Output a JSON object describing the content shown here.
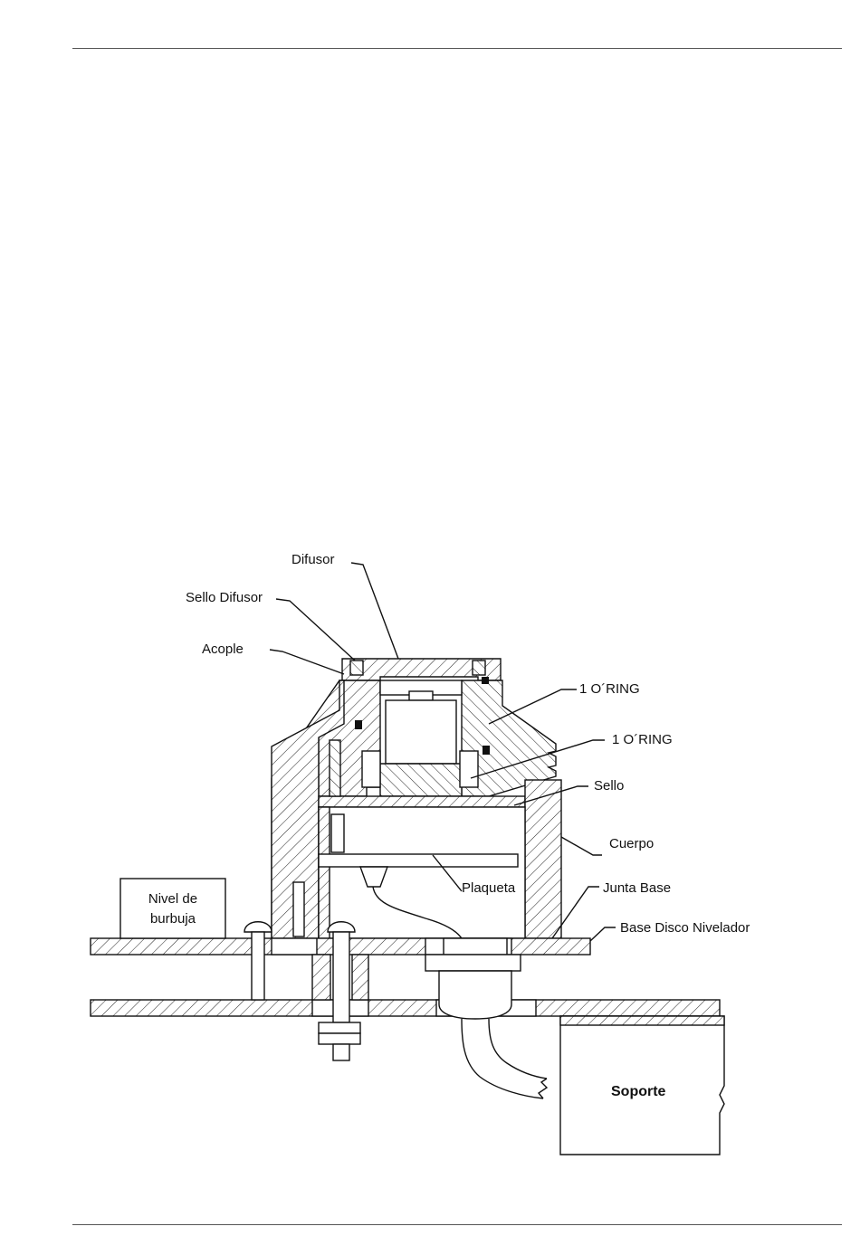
{
  "labels": {
    "difusor": "Difusor",
    "sello_difusor": "Sello Difusor",
    "acople": "Acople",
    "oring_1": "1 O´RING",
    "oring_2": "1 O´RING",
    "sello": "Sello",
    "cuerpo": "Cuerpo",
    "junta_base": "Junta Base",
    "base_disco_nivelador": "Base Disco Nivelador",
    "plaqueta": "Plaqueta",
    "nivel_line1": "Nivel de",
    "nivel_line2": "burbuja",
    "soporte": "Soporte"
  }
}
